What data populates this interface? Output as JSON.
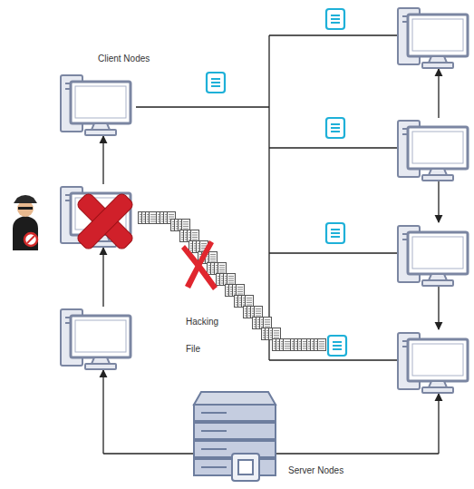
{
  "diagram": {
    "labels": [
      "Client Nodes",
      "Hacking File",
      "Server Nodes"
    ]
  }
}
